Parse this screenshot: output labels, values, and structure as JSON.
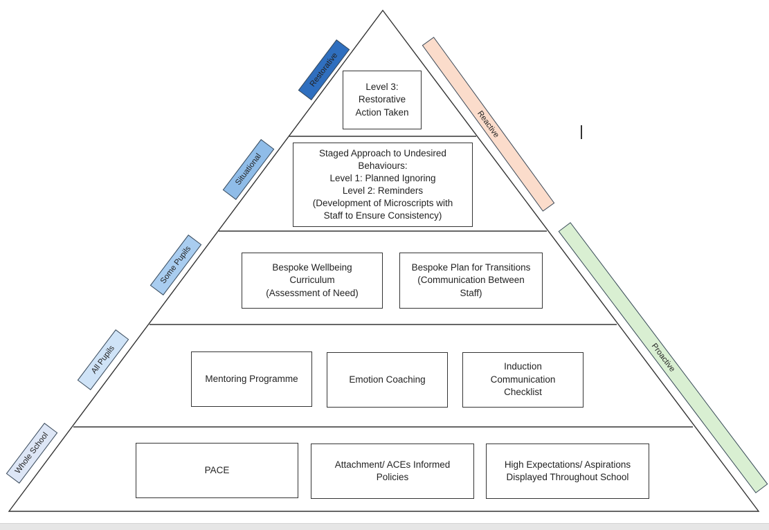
{
  "diagram": {
    "type": "pyramid",
    "colors": {
      "restorative": "#2f6fbf",
      "situational": "#8fbce8",
      "some_pupils": "#a9cdf0",
      "all_pupils": "#cfe3f7",
      "whole_school": "#dde6f6",
      "reactive": "#fbdccb",
      "proactive": "#d9efd2"
    },
    "left_labels": {
      "restorative": "Restorative",
      "situational": "Situational",
      "some_pupils": "Some Pupils",
      "all_pupils": "All Pupils",
      "whole_school": "Whole School"
    },
    "right_labels": {
      "reactive": "Reactive",
      "proactive": "Proactive"
    },
    "tiers": [
      {
        "name": "Restorative",
        "boxes": [
          "Level 3:\nRestorative\nAction Taken"
        ]
      },
      {
        "name": "Situational",
        "boxes": [
          "Staged Approach to Undesired\nBehaviours:\nLevel 1: Planned Ignoring\nLevel 2: Reminders\n(Development of Microscripts with\nStaff to Ensure Consistency)"
        ]
      },
      {
        "name": "Some Pupils",
        "boxes": [
          "Bespoke Wellbeing\nCurriculum\n(Assessment of Need)",
          "Bespoke Plan for Transitions\n(Communication Between\nStaff)"
        ]
      },
      {
        "name": "All Pupils",
        "boxes": [
          "Mentoring Programme",
          "Emotion Coaching",
          "Induction\nCommunication\nChecklist"
        ]
      },
      {
        "name": "Whole School",
        "boxes": [
          "PACE",
          "Attachment/ ACEs Informed\nPolicies",
          "High Expectations/ Aspirations\nDisplayed Throughout School"
        ]
      }
    ]
  }
}
